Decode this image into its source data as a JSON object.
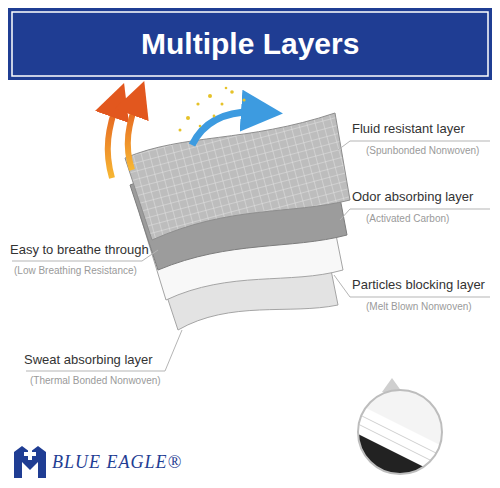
{
  "diagram": {
    "title": "Multiple Layers",
    "labels": [
      "Fluid resistant layer",
      "(Spunbonded Nonwoven)",
      "Odor absorbing layer",
      "(Activated Carbon)",
      "Particles blocking layer",
      "(Melt Blown Nonwoven)",
      "Easy to breathe through",
      "(Low Breathing Resistance)",
      "Sweat absorbing layer",
      "(Thermal Bonded Nonwoven)",
      "BLUE EAGLE®"
    ]
  }
}
